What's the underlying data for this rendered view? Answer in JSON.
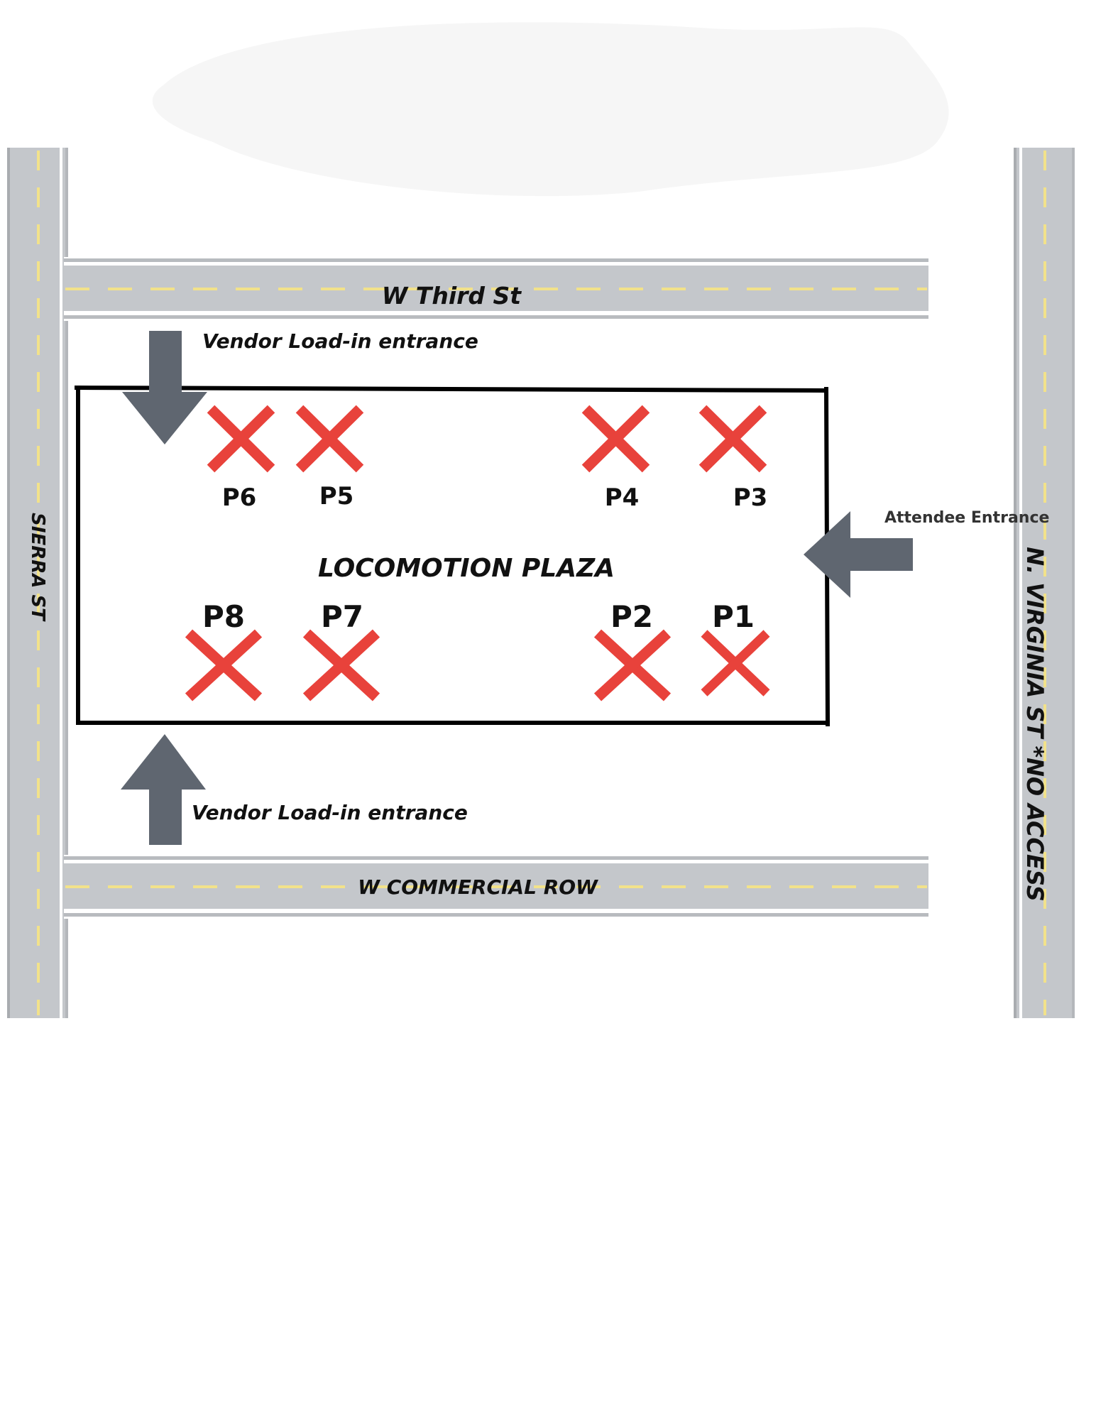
{
  "map": {
    "streets": {
      "north": "W Third St",
      "south": "W COMMERCIAL ROW",
      "west": "SIERRA ST",
      "east": "N. VIRGINIA ST *NO ACCESS"
    },
    "plaza_name": "LOCOMOTION PLAZA",
    "entrances": {
      "vendor_north": "Vendor Load-in entrance",
      "vendor_south": "Vendor Load-in entrance",
      "attendee_east": "Attendee Entrance"
    },
    "spots": [
      {
        "id": "P6",
        "label": "P6"
      },
      {
        "id": "P5",
        "label": "P5"
      },
      {
        "id": "P4",
        "label": "P4"
      },
      {
        "id": "P3",
        "label": "P3"
      },
      {
        "id": "P8",
        "label": "P8"
      },
      {
        "id": "P7",
        "label": "P7"
      },
      {
        "id": "P2",
        "label": "P2"
      },
      {
        "id": "P1",
        "label": "P1"
      }
    ],
    "colors": {
      "road": "#c3c6ca",
      "road_edge": "#b8bbbf",
      "lane_marking": "#f2e28a",
      "arrow": "#5f6670",
      "spot_marker": "#e8423b",
      "plaza_outline": "#000000"
    },
    "icons": {
      "spot_marker": "x-mark-icon",
      "entrance": "arrow-icon"
    }
  }
}
